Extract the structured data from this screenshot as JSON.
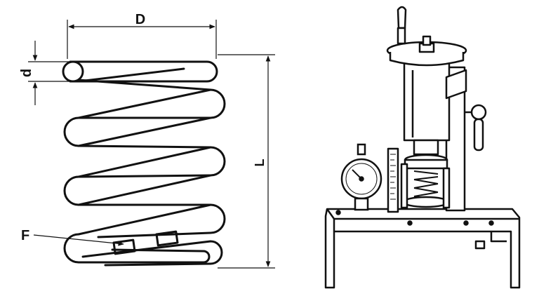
{
  "labels": {
    "diameter": "D",
    "wire": "d",
    "length": "L",
    "force": "F"
  },
  "colors": {
    "ink": "#111111",
    "paper": "#ffffff"
  },
  "icons": {
    "tester": "spring-tester-machine-icon",
    "gauge": "dial-gauge-icon"
  }
}
